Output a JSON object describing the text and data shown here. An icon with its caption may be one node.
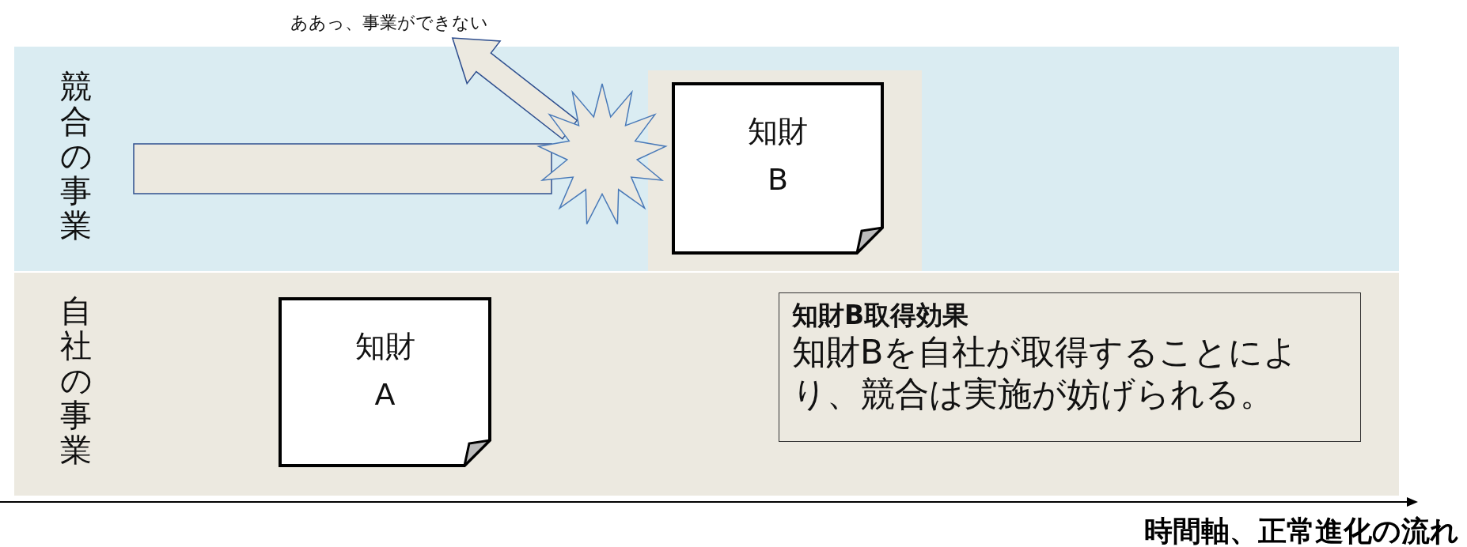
{
  "diagram": {
    "nodes": [
      {
        "text": [
          "競合の事業"
        ]
      },
      {
        "text": [
          "自社の事業"
        ]
      },
      {
        "text": [
          "知財 B"
        ],
        "in": 0
      },
      {
        "text": [
          "知財 A"
        ],
        "in": 1
      },
      {
        "text": [
          "知財B取得効果",
          "知財Bを自社が取得することにより、競合は実施が妨げられる。"
        ],
        "in": 1
      },
      {
        "text": [],
        "shape": "bar",
        "in": 0
      },
      {
        "text": [],
        "shape": "star",
        "in": 0
      },
      {
        "text": [
          "ああっ、事業ができない"
        ]
      }
    ],
    "edges": [
      {
        "from": 6,
        "to": 7,
        "arrow": "to",
        "style": "thick"
      }
    ],
    "labels": [
      "時間軸、正常進化の流れ"
    ]
  }
}
